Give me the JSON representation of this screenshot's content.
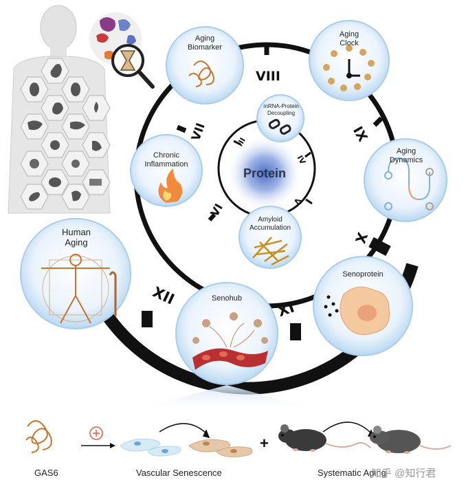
{
  "center": {
    "label": "Protein"
  },
  "inner_numerals": [
    "III",
    "IV",
    "V",
    "VI"
  ],
  "ring_numerals": [
    "VII",
    "VIII",
    "IX",
    "X",
    "XI",
    "XII"
  ],
  "nodes": {
    "aging_biomarker": "Aging\nBiomarker",
    "aging_clock": "Aging\nClock",
    "mrna_decoupling": "mRNA-Protein\nDecoupling",
    "chronic_inflammation": "Chronic\nInflammation",
    "aging_dynamics": "Aging\nDynamics",
    "amyloid_accumulation": "Amyloid\nAccumulation",
    "human_aging": "Human\nAging",
    "senoprotein": "Senoprotein",
    "senohub": "Senohub"
  },
  "bottom": {
    "gas6": "GAS6",
    "vascular": "Vascular Senescence",
    "systematic": "Systematic Aging",
    "plus_sign": "+"
  },
  "watermark": "知乎 @知行君",
  "colors": {
    "ring": "#111111",
    "bubble_edge": "#9cc6ea",
    "bubble_fill": "#e6f1fb",
    "protein_orange": "#c8742c"
  }
}
